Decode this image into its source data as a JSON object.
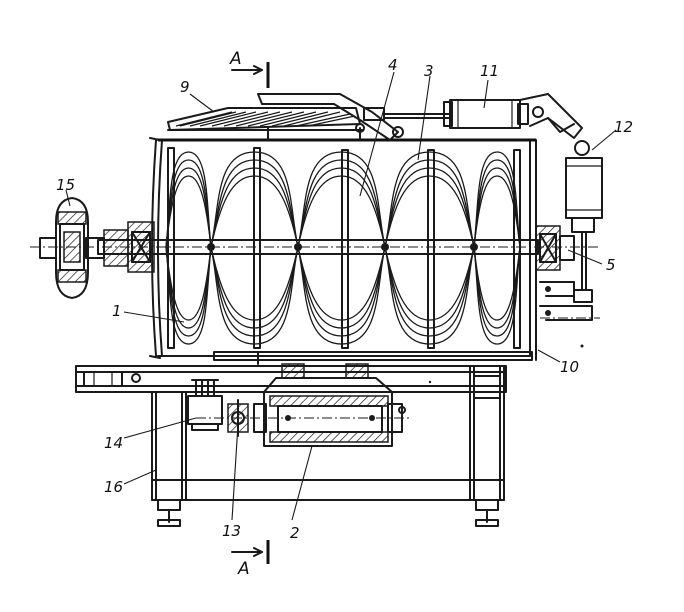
{
  "labels": {
    "p1": "1",
    "p2": "2",
    "p3": "3",
    "p4": "4",
    "p5": "5",
    "p9": "9",
    "p10": "10",
    "p11": "11",
    "p12": "12",
    "p13": "13",
    "p14": "14",
    "p15": "15",
    "p16": "16"
  },
  "section": {
    "top": "A",
    "bottom": "A"
  }
}
